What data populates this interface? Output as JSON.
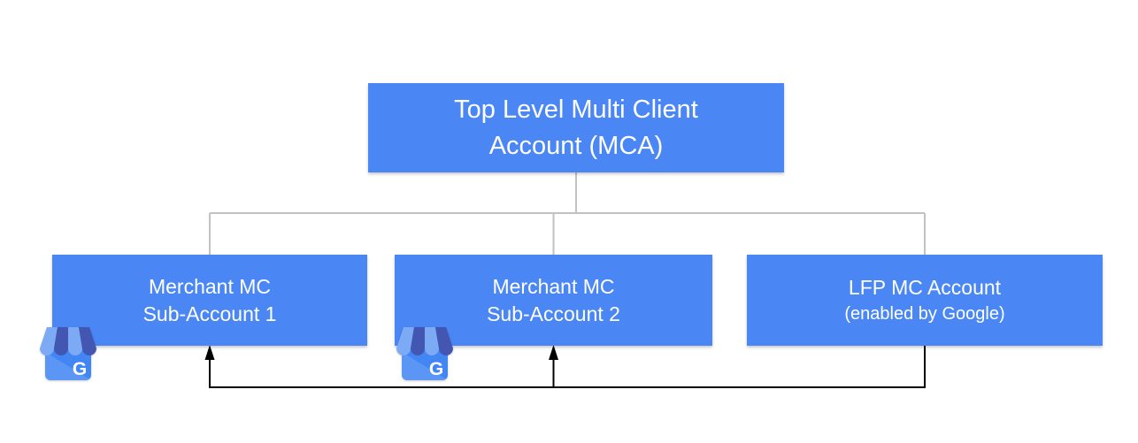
{
  "nodes": {
    "root": {
      "line1": "Top Level Multi Client",
      "line2": "Account (MCA)"
    },
    "sub1": {
      "line1": "Merchant MC",
      "line2": "Sub-Account 1"
    },
    "sub2": {
      "line1": "Merchant MC",
      "line2": "Sub-Account 2"
    },
    "lfp": {
      "line1": "LFP MC Account",
      "line2": "(enabled by Google)"
    }
  },
  "icons": {
    "business_profile_letter": "G"
  },
  "colors": {
    "page_bg": "#ffffff",
    "box_fill": "#4a87f5",
    "box_text": "#ffffff",
    "tree_line": "#c2c2c2",
    "arrow_line": "#000000",
    "icon_body": "#4285f4",
    "icon_stripe_light": "#7daaf5",
    "icon_stripe_dark": "#4356b2"
  }
}
